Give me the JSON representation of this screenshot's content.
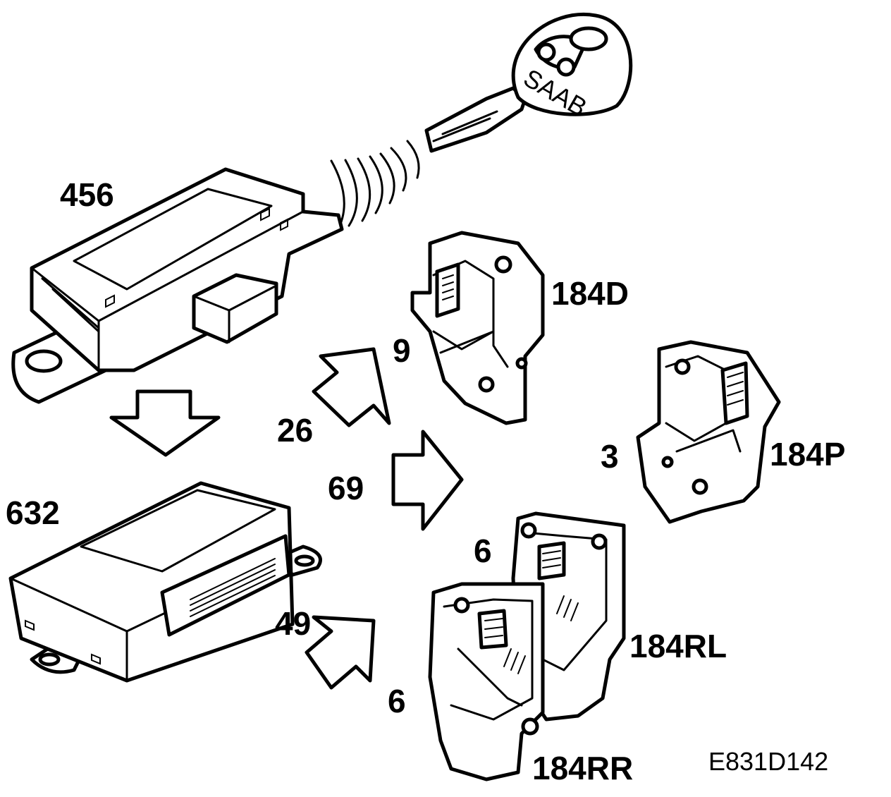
{
  "labels": {
    "module_456": "456",
    "module_632": "632",
    "lock_184D": "184D",
    "lock_184P": "184P",
    "lock_184RL": "184RL",
    "lock_184RR": "184RR",
    "arrow_26": "26",
    "arrow_69": "69",
    "arrow_49": "49",
    "pin_9": "9",
    "pin_3": "3",
    "pin_6_rl": "6",
    "pin_6_rr": "6",
    "key_brand": "SAAB",
    "figure_code": "E831D142"
  }
}
